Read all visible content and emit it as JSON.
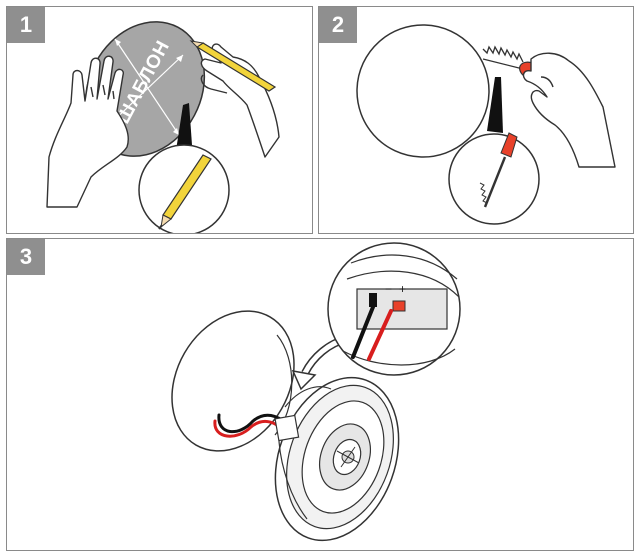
{
  "steps": [
    {
      "number": "1",
      "template_label": "ШАБЛОН"
    },
    {
      "number": "2"
    },
    {
      "number": "3"
    }
  ],
  "wires": {
    "polarity_negative": "−",
    "polarity_positive": "+",
    "colors": {
      "red": "#d81e1e",
      "black": "#111111",
      "accent_red": "#e8412a"
    }
  },
  "colors": {
    "badge_bg": "#8f8f8f",
    "panel_border": "#8a8a8a",
    "template_fill": "#a6a6a6",
    "pencil_yellow": "#f2d43b"
  }
}
